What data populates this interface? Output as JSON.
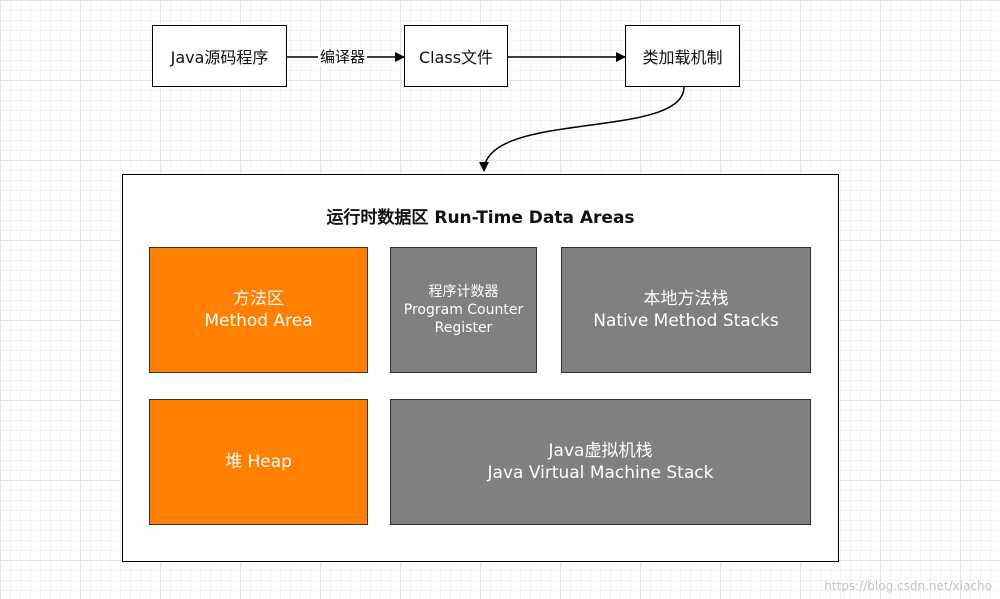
{
  "flow": {
    "source_label": "Java源码程序",
    "compiler_label": "编译器",
    "class_label": "Class文件",
    "loader_label": "类加载机制"
  },
  "runtime": {
    "title": "运行时数据区 Run-Time Data Areas",
    "method_area": {
      "line1": "方法区",
      "line2": "Method Area"
    },
    "pc_register": {
      "line1": "程序计数器",
      "line2": "Program Counter",
      "line3": "Register"
    },
    "native_stacks": {
      "line1": "本地方法栈",
      "line2": "Native Method Stacks"
    },
    "heap": {
      "line1": "堆 Heap"
    },
    "jvm_stack": {
      "line1": "Java虚拟机栈",
      "line2": "Java Virtual Machine Stack"
    }
  },
  "colors": {
    "shared_area": "#ff7f00",
    "private_area": "#808080",
    "border": "#000000"
  },
  "watermark": "https://blog.csdn.net/xiacho"
}
